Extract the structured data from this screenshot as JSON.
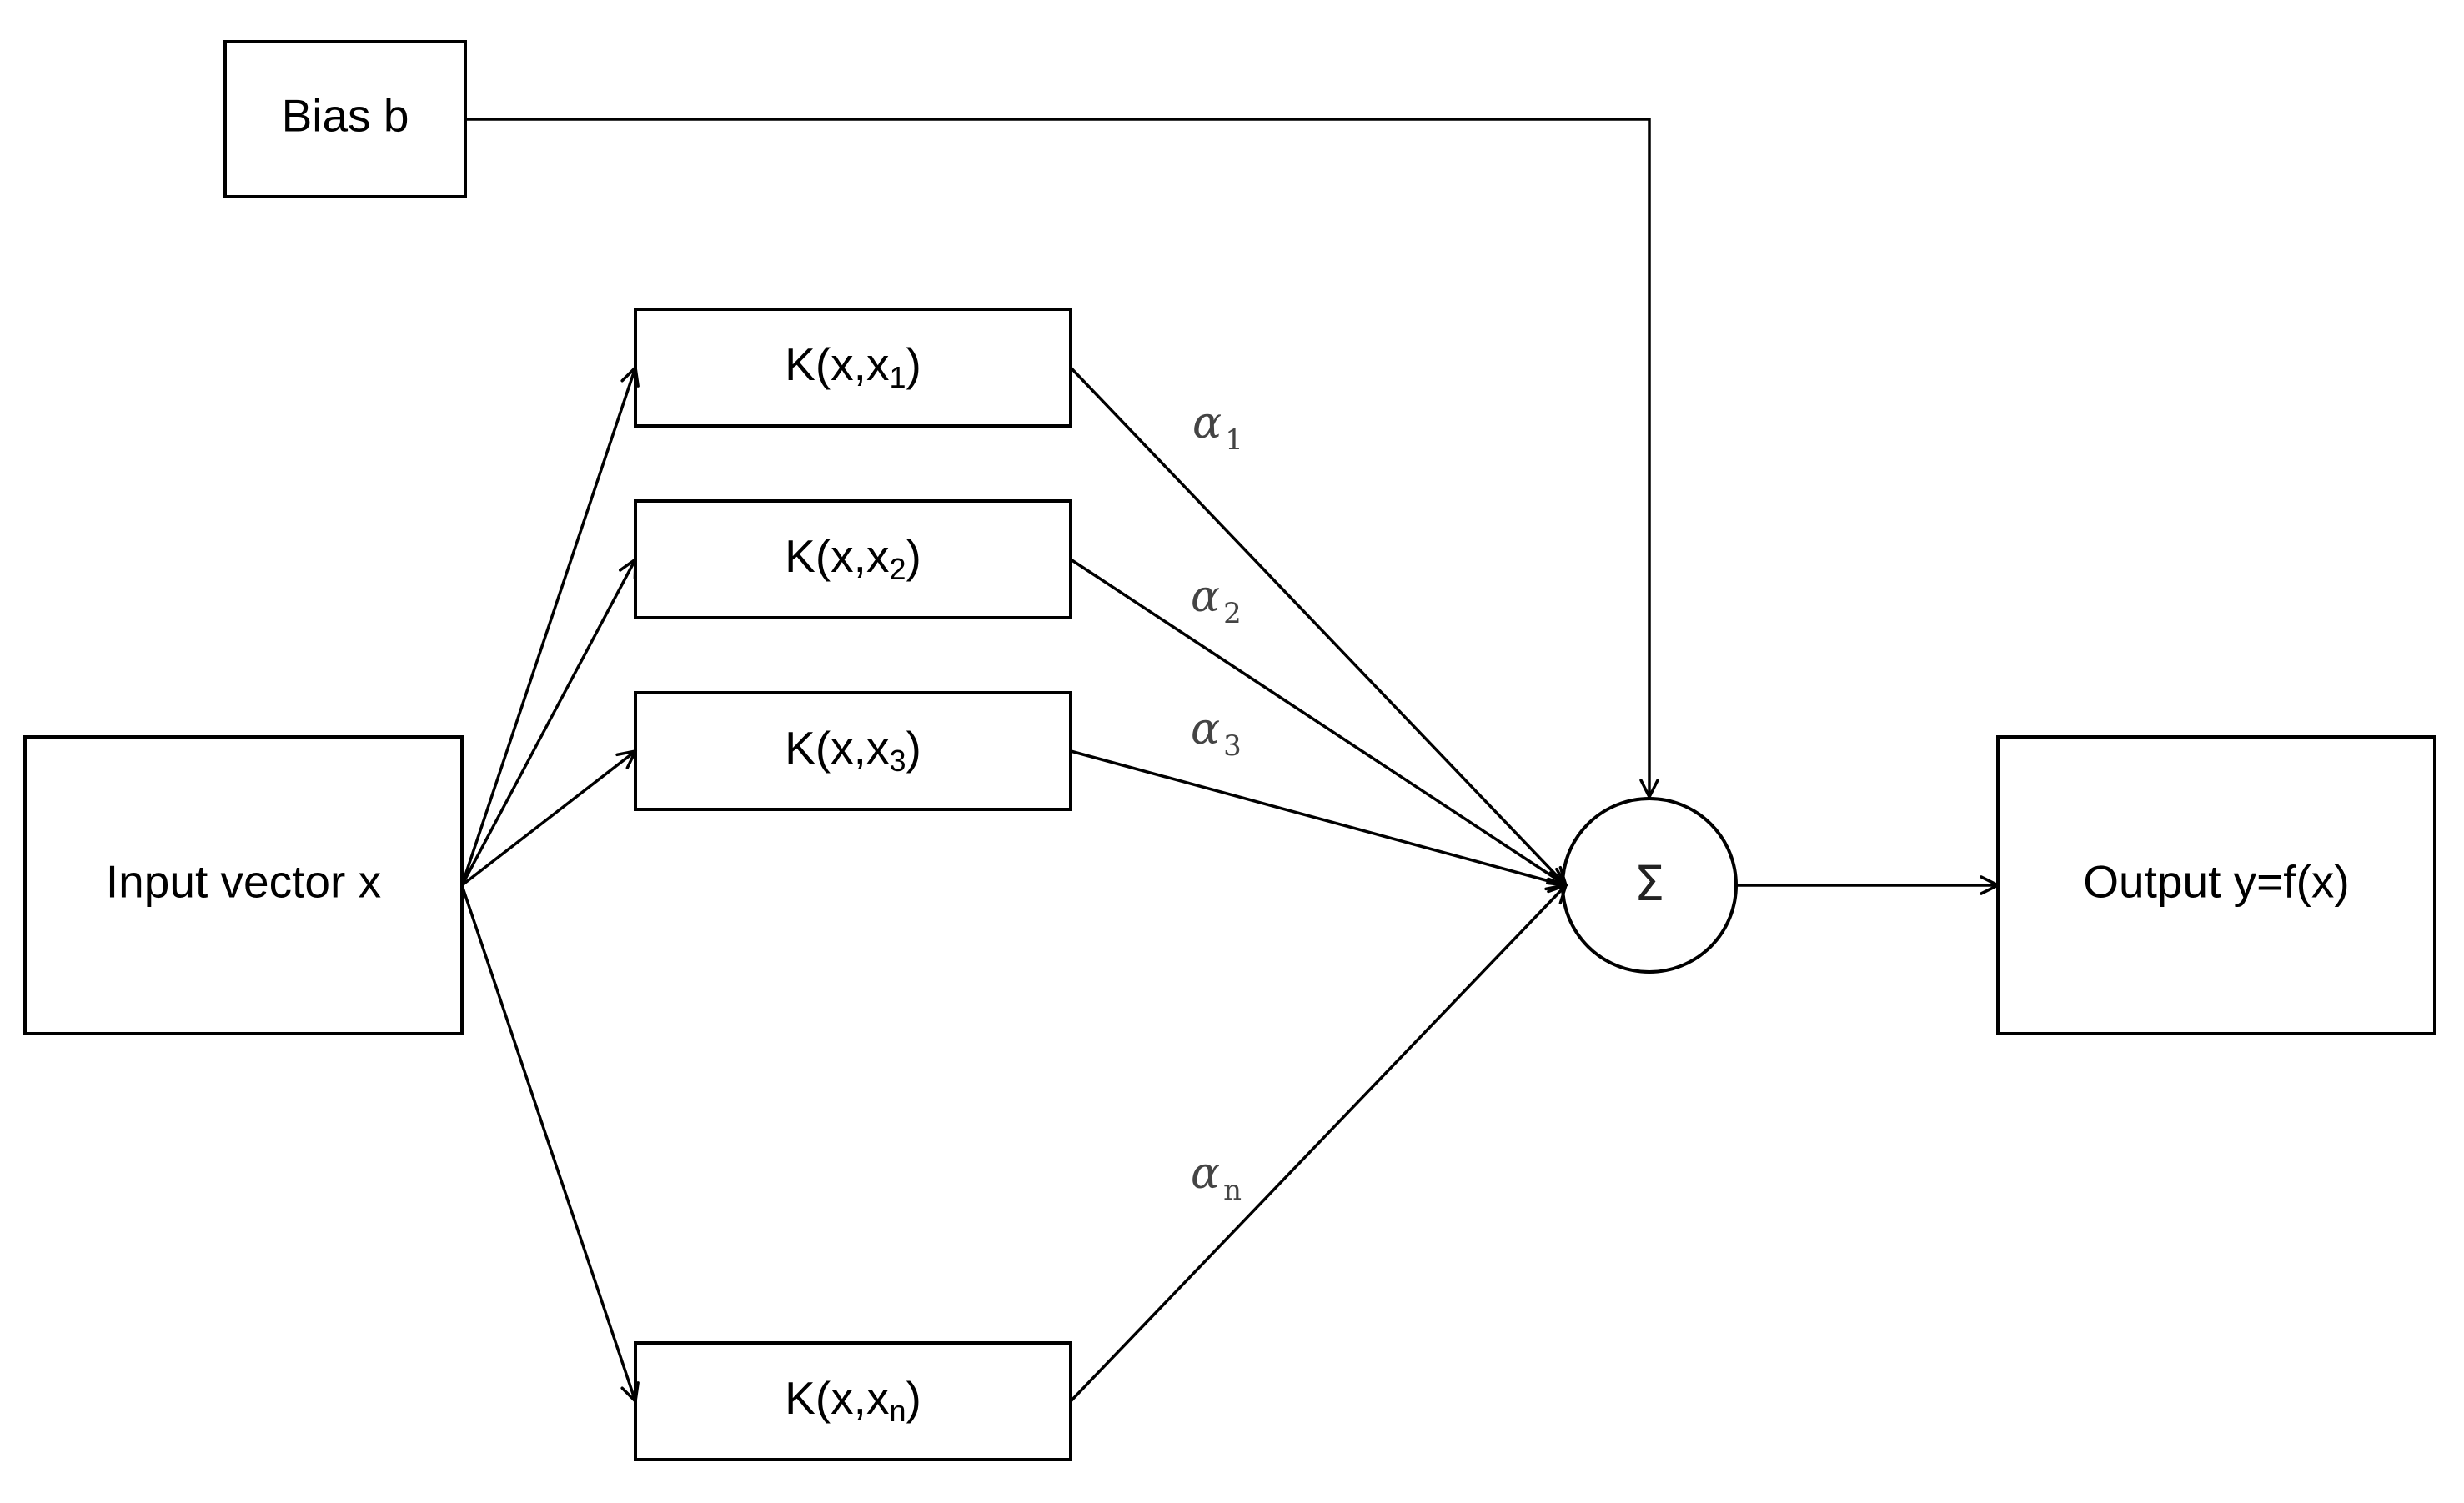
{
  "diagram": {
    "bias": {
      "label": "Bias b"
    },
    "input": {
      "label": "Input vector x"
    },
    "kernels": [
      {
        "prefix": "K(x,x",
        "index": "1",
        "suffix": ")"
      },
      {
        "prefix": "K(x,x",
        "index": "2",
        "suffix": ")"
      },
      {
        "prefix": "K(x,x",
        "index": "3",
        "suffix": ")"
      },
      {
        "prefix": "K(x,x",
        "index": "n",
        "suffix": ")"
      }
    ],
    "weights": [
      {
        "symbol": "α",
        "index": "1"
      },
      {
        "symbol": "α",
        "index": "2"
      },
      {
        "symbol": "α",
        "index": "3"
      },
      {
        "symbol": "α",
        "index": "n"
      }
    ],
    "sum": {
      "symbol": "Σ"
    },
    "output": {
      "label": "Output y=f(x)"
    }
  },
  "colors": {
    "stroke": "#000000",
    "background": "#ffffff",
    "weight_text": "#444444"
  }
}
